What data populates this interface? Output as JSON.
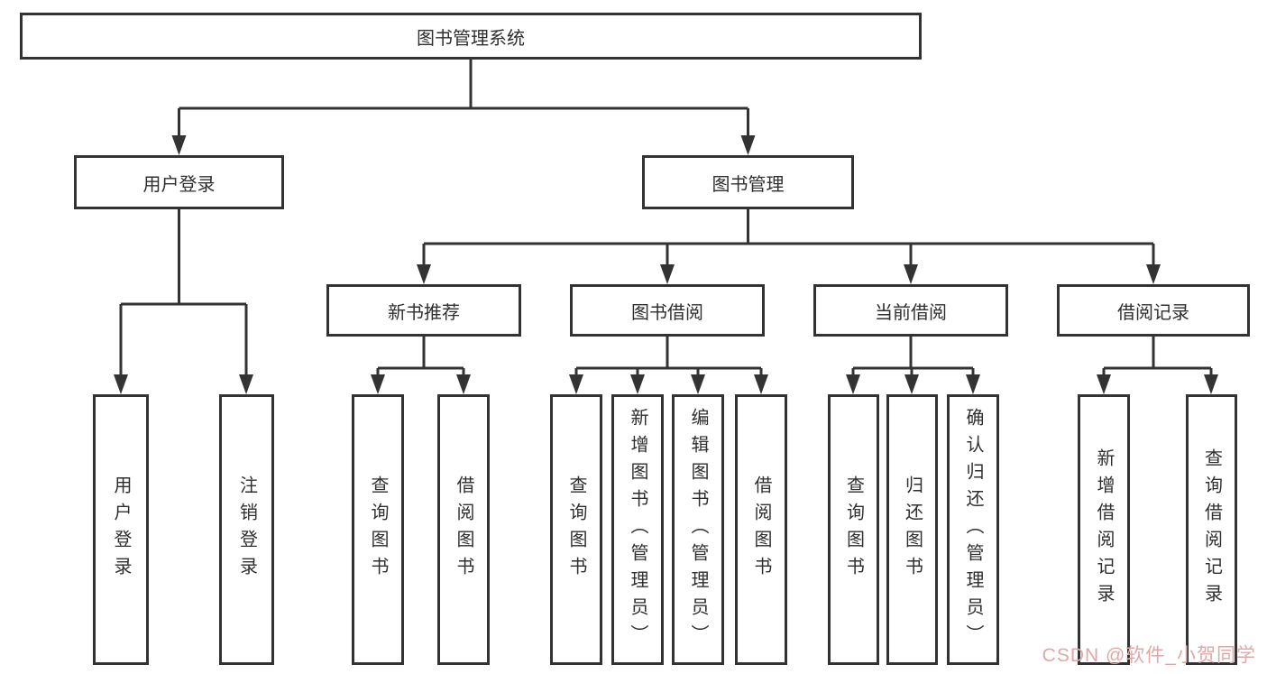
{
  "diagram": {
    "root_label": "图书管理系统",
    "level2": [
      {
        "label": "用户登录",
        "children": [
          "用户登录",
          "注销登录"
        ]
      },
      {
        "label": "图书管理",
        "groups": [
          {
            "label": "新书推荐",
            "children": [
              "查询图书",
              "借阅图书"
            ]
          },
          {
            "label": "图书借阅",
            "children": [
              "查询图书",
              "新增图书（管理员）",
              "编辑图书（管理员）",
              "借阅图书"
            ]
          },
          {
            "label": "当前借阅",
            "children": [
              "查询图书",
              "归还图书",
              "确认归还（管理员）"
            ]
          },
          {
            "label": "借阅记录",
            "children": [
              "新增借阅记录",
              "查询借阅记录"
            ]
          }
        ]
      }
    ]
  },
  "watermark": {
    "text": "CSDN @软件_小贺同学",
    "color": "#dfa8a8"
  },
  "colors": {
    "border": "#333333",
    "text": "#2f2f2f",
    "background": "#ffffff"
  }
}
